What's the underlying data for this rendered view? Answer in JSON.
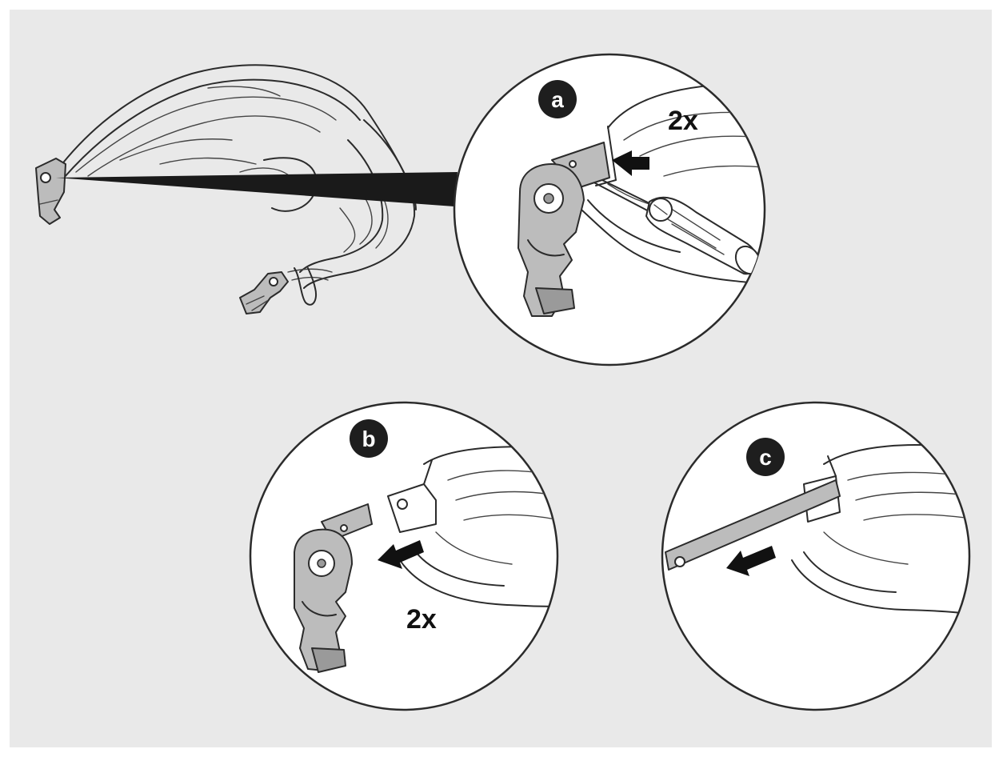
{
  "steps": [
    {
      "badge": "a",
      "count": "2x"
    },
    {
      "badge": "b",
      "count": "2x"
    },
    {
      "badge": "c"
    }
  ],
  "colors": {
    "background": "#e9e9e9",
    "badge": "#1e1e1e",
    "part_gray": "#bcbcbc",
    "line": "#2b2b2b"
  }
}
